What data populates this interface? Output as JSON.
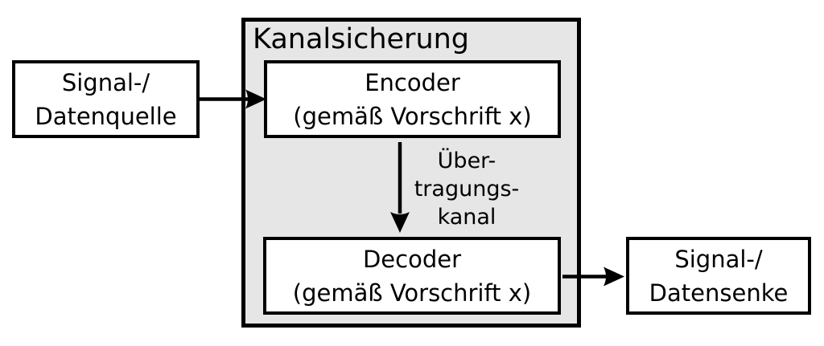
{
  "diagram": {
    "container": {
      "label": "Kanalsicherung"
    },
    "nodes": {
      "source": {
        "line1": "Signal-/",
        "line2": "Datenquelle"
      },
      "encoder": {
        "line1": "Encoder",
        "line2": "(gemäß Vorschrift x)"
      },
      "decoder": {
        "line1": "Decoder",
        "line2": "(gemäß Vorschrift x)"
      },
      "sink": {
        "line1": "Signal-/",
        "line2": "Datensenke"
      }
    },
    "channel_label": {
      "line1": "Über-",
      "line2": "tragungs-",
      "line3": "kanal"
    },
    "arrows": [
      {
        "name": "arrow-source-to-encoder",
        "from": "source",
        "to": "encoder"
      },
      {
        "name": "arrow-encoder-to-decoder",
        "from": "encoder",
        "to": "decoder"
      },
      {
        "name": "arrow-decoder-to-sink",
        "from": "decoder",
        "to": "sink"
      }
    ],
    "colors": {
      "container_fill": "#e6e6e6",
      "node_fill": "#ffffff",
      "stroke": "#000000",
      "background": "#ffffff"
    }
  }
}
